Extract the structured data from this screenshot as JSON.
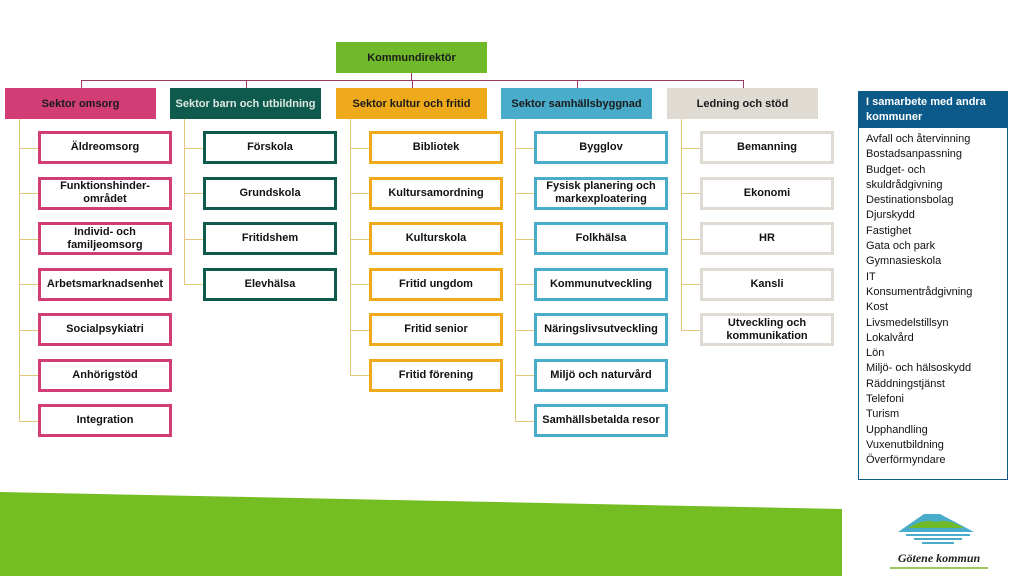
{
  "colors": {
    "director": "#6fb92b",
    "omsorg": "#d13d74",
    "barn": "#0e5a4c",
    "kultur": "#efaa1b",
    "samhall": "#4aaccb",
    "ledning": "#e0dbd2",
    "panel": "#0b5a8a",
    "connector_top": "#9c3a66",
    "connector_branch": "#e2c77a",
    "green_band": "#74bd22"
  },
  "director": {
    "label": "Kommundirektör"
  },
  "sectors": [
    {
      "label": "Sektor omsorg",
      "children": [
        "Äldreomsorg",
        "Funktionshinder-området",
        "Individ- och familjeomsorg",
        "Arbetsmarknadsenhet",
        "Socialpsykiatri",
        "Anhörigstöd",
        "Integration"
      ]
    },
    {
      "label": "Sektor barn och utbildning",
      "children": [
        "Förskola",
        "Grundskola",
        "Fritidshem",
        "Elevhälsa"
      ]
    },
    {
      "label": "Sektor kultur och fritid",
      "children": [
        "Bibliotek",
        "Kultursamordning",
        "Kulturskola",
        "Fritid ungdom",
        "Fritid senior",
        "Fritid förening"
      ]
    },
    {
      "label": "Sektor samhällsbyggnad",
      "children": [
        "Bygglov",
        "Fysisk planering och markexploatering",
        "Folkhälsa",
        "Kommunutveckling",
        "Näringslivsutveckling",
        "Miljö och naturvård",
        "Samhällsbetalda resor"
      ]
    },
    {
      "label": "Ledning och stöd",
      "children": [
        "Bemanning",
        "Ekonomi",
        "HR",
        "Kansli",
        "Utveckling och kommunikation"
      ]
    }
  ],
  "panel": {
    "title": "I samarbete med andra kommuner",
    "items": [
      "Avfall och återvinning",
      "Bostadsanpassning",
      "Budget- och skuldrådgivning",
      "Destinationsbolag",
      "Djurskydd",
      "Fastighet",
      "Gata och park",
      "Gymnasieskola",
      "IT",
      "Konsumentrådgivning",
      "Kost",
      "Livsmedelstillsyn",
      "Lokalvård",
      "Lön",
      "Miljö- och hälsoskydd",
      "Räddningstjänst",
      "Telefoni",
      "Turism",
      "Upphandling",
      "Vuxenutbildning",
      "Överförmyndare"
    ]
  },
  "logo": {
    "text": "Götene kommun"
  }
}
